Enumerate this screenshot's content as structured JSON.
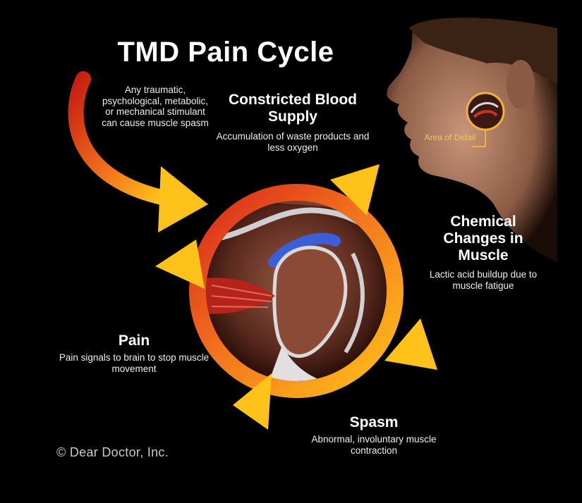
{
  "title": "TMD Pain Cycle",
  "intro": "Any traumatic, psychological, metabolic, or mechanical stimulant can cause muscle spasm",
  "stages": {
    "blood": {
      "heading": "Constricted Blood Supply",
      "body": "Accumulation of waste products and less oxygen"
    },
    "chemical": {
      "heading": "Chemical Changes in Muscle",
      "body": "Lactic acid buildup due to muscle fatigue"
    },
    "spasm": {
      "heading": "Spasm",
      "body": "Abnormal, involuntary muscle contraction"
    },
    "pain": {
      "heading": "Pain",
      "body": "Pain signals to brain to stop muscle movement"
    }
  },
  "detail_label": "Area of Detail",
  "copyright": "© Dear Doctor, Inc.",
  "colors": {
    "arrow_outer": "#d8261a",
    "arrow_mid": "#f47a1e",
    "arrow_inner": "#ffc21a",
    "disc": "#3b5fd6",
    "background": "#000000"
  }
}
